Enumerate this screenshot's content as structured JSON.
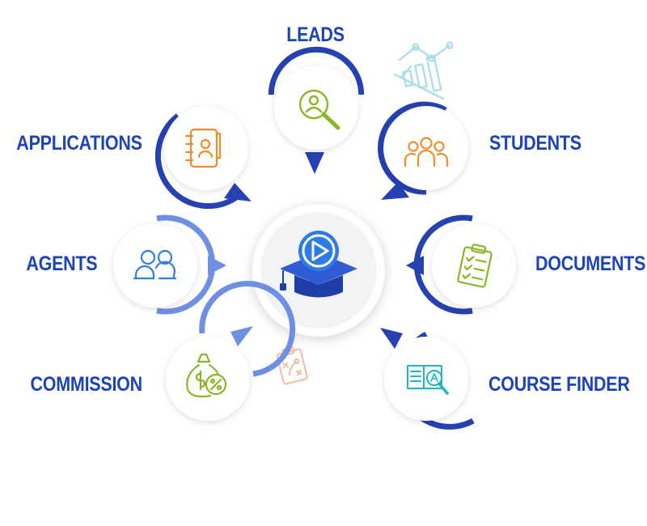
{
  "center": {
    "icon": "graduation-cap-play-icon"
  },
  "colors": {
    "label": "#1c44b7",
    "ring_dark": "#2541b2",
    "ring_light": "#6f8fe3",
    "center_bg": "#f2f3f5"
  },
  "modules": [
    {
      "id": "leads",
      "label": "LEADS",
      "icon": "search-user-icon",
      "icon_color": "#8bb526"
    },
    {
      "id": "students",
      "label": "STUDENTS",
      "icon": "group-users-icon",
      "icon_color": "#f08c2e"
    },
    {
      "id": "documents",
      "label": "DOCUMENTS",
      "icon": "clipboard-checklist-icon",
      "icon_color": "#8bb526"
    },
    {
      "id": "course-finder",
      "label": "COURSE FINDER",
      "icon": "open-book-search-icon",
      "icon_color": "#1fb5c4"
    },
    {
      "id": "commission",
      "label": "COMMISSION",
      "icon": "money-bag-percent-icon",
      "icon_color": "#8bb526"
    },
    {
      "id": "agents",
      "label": "AGENTS",
      "icon": "two-users-icon",
      "icon_color": "#2d7fe0"
    },
    {
      "id": "applications",
      "label": "APPLICATIONS",
      "icon": "address-book-icon",
      "icon_color": "#f08c2e"
    }
  ],
  "decorations": [
    {
      "icon": "bar-chart-trend-icon",
      "color": "#a6dde6"
    },
    {
      "icon": "strategy-clipboard-icon",
      "color": "#f3b9a3"
    }
  ]
}
